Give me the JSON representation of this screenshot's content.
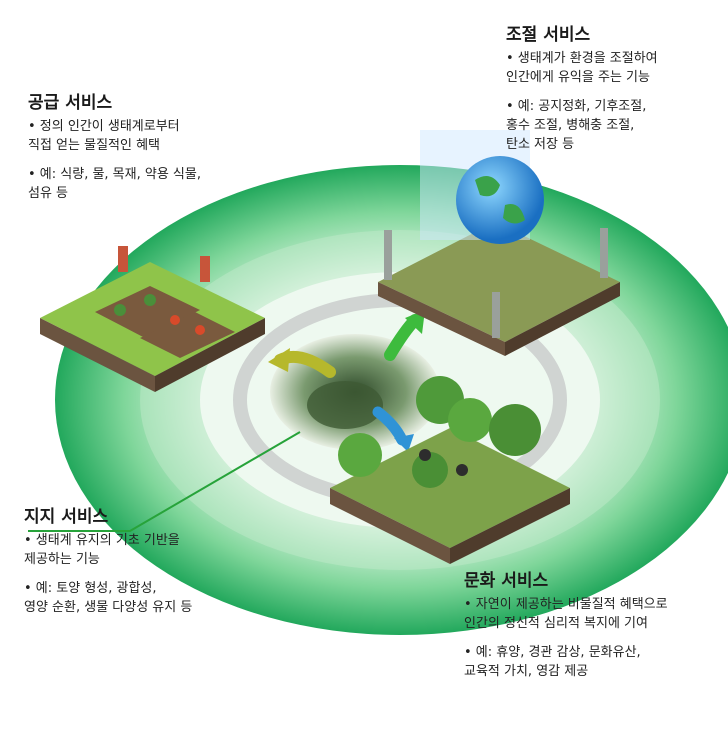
{
  "supply": {
    "title": "공급 서비스",
    "lines": [
      "• 정의 인간이 생태계로부터",
      "  직접 얻는 물질적인 혜택",
      "• 예: 식량, 물, 목재, 약용 식물,",
      "  섬유 등"
    ]
  },
  "regulate": {
    "title": "조절 서비스",
    "lines": [
      "• 생태계가 환경을 조절하여",
      "  인간에게 유익을 주는 기능",
      "• 예: 공지정화, 기후조절,",
      "  홍수 조절, 병해충 조절,",
      "  탄소 저장 등"
    ]
  },
  "support": {
    "title": "지지 서비스",
    "lines": [
      "• 생태계 유지의 기초 기반을",
      "  제공하는 기능",
      "• 예: 토양 형성, 광합성,",
      "  영양 순환, 생물 다양성 유지 등"
    ]
  },
  "culture": {
    "title": "문화 서비스",
    "lines": [
      "• 자연이 제공하는 비물질적 혜택으로",
      "  인간의 정신적 심리적 복지에 기여",
      "• 예: 휴양, 경관 감상, 문화유산,",
      "  교육적 가치, 영감 제공"
    ]
  },
  "colors": {
    "ring_outer": "#2fb86a",
    "ring_inner": "#d8f3de",
    "leader": "#27a33a",
    "soil": "#6b5440",
    "grass": "#8fc44a"
  },
  "icons": [
    "farm-tile",
    "globe-tile",
    "forest-tile",
    "vortex"
  ]
}
